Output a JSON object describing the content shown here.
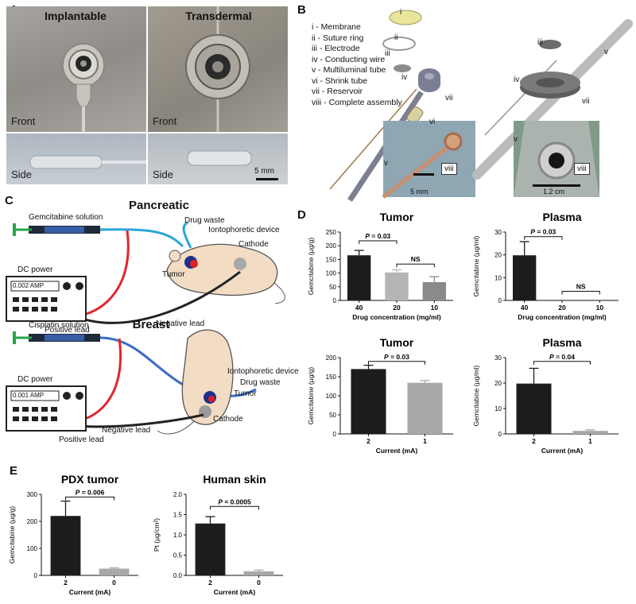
{
  "panels": {
    "A": {
      "letter": "A",
      "implantable_title": "Implantable",
      "transdermal_title": "Transdermal",
      "front_label": "Front",
      "side_label": "Side",
      "scale": "5 mm"
    },
    "B": {
      "letter": "B",
      "parts": [
        "i - Membrane",
        "ii - Suture ring",
        "iii - Electrode",
        "iv - Conducting wire",
        "v - Multiluminal tube",
        "vi - Shrink tube",
        "vii - Reservoir",
        "viii - Complete assembly"
      ],
      "left_tags": [
        "i",
        "ii",
        "iii",
        "iv",
        "v",
        "vi",
        "vii",
        "viii"
      ],
      "right_tags": [
        "iii",
        "iv",
        "v",
        "vii",
        "v",
        "viii"
      ],
      "scale_left": "5 mm",
      "scale_right": "1.2 cm"
    },
    "C": {
      "letter": "C",
      "pancreatic": {
        "title": "Pancreatic",
        "solution": "Gemcitabine solution",
        "drug_waste": "Drug waste",
        "device": "Iontophoretic device",
        "cathode": "Cathode",
        "tumor": "Tumor",
        "dc_power": "DC power",
        "display": "0.002 AMP",
        "negative": "Negative lead",
        "positive": "Positive lead"
      },
      "breast": {
        "title": "Breast",
        "solution": "Cisplatin solution",
        "drug_waste": "Drug waste",
        "device": "Iontophoretic device",
        "cathode": "Cathode",
        "tumor": "Tumor",
        "dc_power": "DC power",
        "display": "0.001 AMP",
        "negative": "Negative lead",
        "positive": "Positive lead"
      }
    },
    "D": {
      "letter": "D"
    },
    "E": {
      "letter": "E"
    }
  },
  "chart_data": [
    {
      "type": "bar",
      "panel": "D",
      "title": "Tumor",
      "categories": [
        "40",
        "20",
        "10"
      ],
      "values": [
        165,
        102,
        67
      ],
      "errors": [
        18,
        10,
        20
      ],
      "xlabel": "Drug concentration (mg/ml)",
      "ylabel": "Gemcitabine (μg/g)",
      "ylim": [
        0,
        250
      ],
      "yticks": [
        0,
        50,
        100,
        150,
        200,
        250
      ],
      "colors": [
        "#1c1c1c",
        "#b5b5b5",
        "#8a8a8a"
      ],
      "annotations": [
        {
          "from": 0,
          "to": 1,
          "text": "P = 0.03",
          "y": 218
        },
        {
          "from": 1,
          "to": 2,
          "text": "NS",
          "y": 133
        }
      ]
    },
    {
      "type": "bar",
      "panel": "D",
      "title": "Plasma",
      "categories": [
        "40",
        "20",
        "10"
      ],
      "values": [
        19.8,
        0,
        0
      ],
      "errors": [
        6,
        0,
        0
      ],
      "xlabel": "Drug concentration (mg/ml)",
      "ylabel": "Gemcitabine (μg/ml)",
      "ylim": [
        0,
        30
      ],
      "yticks": [
        0,
        10,
        20,
        30
      ],
      "colors": [
        "#1c1c1c",
        "#b5b5b5",
        "#8a8a8a"
      ],
      "annotations": [
        {
          "from": 0,
          "to": 1,
          "text": "P = 0.03",
          "y": 28
        },
        {
          "from": 1,
          "to": 2,
          "text": "NS",
          "y": 4
        }
      ]
    },
    {
      "type": "bar",
      "panel": "D",
      "title": "Tumor",
      "categories": [
        "2",
        "1"
      ],
      "values": [
        170,
        134
      ],
      "errors": [
        10,
        6
      ],
      "xlabel": "Current (mA)",
      "ylabel": "Gemcitabine (μg/g)",
      "ylim": [
        0,
        200
      ],
      "yticks": [
        0,
        50,
        100,
        150,
        200
      ],
      "colors": [
        "#1c1c1c",
        "#a8a8a8"
      ],
      "annotations": [
        {
          "from": 0,
          "to": 1,
          "text": "P = 0.03",
          "y": 190
        }
      ]
    },
    {
      "type": "bar",
      "panel": "D",
      "title": "Plasma",
      "categories": [
        "2",
        "1"
      ],
      "values": [
        19.8,
        1.2
      ],
      "errors": [
        6,
        0.4
      ],
      "xlabel": "Current (mA)",
      "ylabel": "Gemcitabine (μg/ml)",
      "ylim": [
        0,
        30
      ],
      "yticks": [
        0,
        10,
        20,
        30
      ],
      "colors": [
        "#1c1c1c",
        "#a8a8a8"
      ],
      "annotations": [
        {
          "from": 0,
          "to": 1,
          "text": "P = 0.04",
          "y": 28.5
        }
      ]
    },
    {
      "type": "bar",
      "panel": "E",
      "title": "PDX tumor",
      "categories": [
        "2",
        "0"
      ],
      "values": [
        220,
        25
      ],
      "errors": [
        55,
        3
      ],
      "xlabel": "Current (mA)",
      "ylabel": "Gemcitabine (μg/g)",
      "ylim": [
        0,
        300
      ],
      "yticks": [
        0,
        100,
        200,
        300
      ],
      "colors": [
        "#1c1c1c",
        "#a8a8a8"
      ],
      "annotations": [
        {
          "from": 0,
          "to": 1,
          "text": "P = 0.006",
          "y": 290
        }
      ]
    },
    {
      "type": "bar",
      "panel": "E",
      "title": "Human skin",
      "categories": [
        "2",
        "0"
      ],
      "values": [
        1.28,
        0.1
      ],
      "errors": [
        0.17,
        0.03
      ],
      "xlabel": "Current (mA)",
      "ylabel": "Pt (μg/cm²)",
      "ylim": [
        0,
        2.0
      ],
      "yticks": [
        0.0,
        0.5,
        1.0,
        1.5,
        2.0
      ],
      "colors": [
        "#1c1c1c",
        "#a8a8a8"
      ],
      "annotations": [
        {
          "from": 0,
          "to": 1,
          "text": "P = 0.0005",
          "y": 1.7
        }
      ]
    }
  ]
}
